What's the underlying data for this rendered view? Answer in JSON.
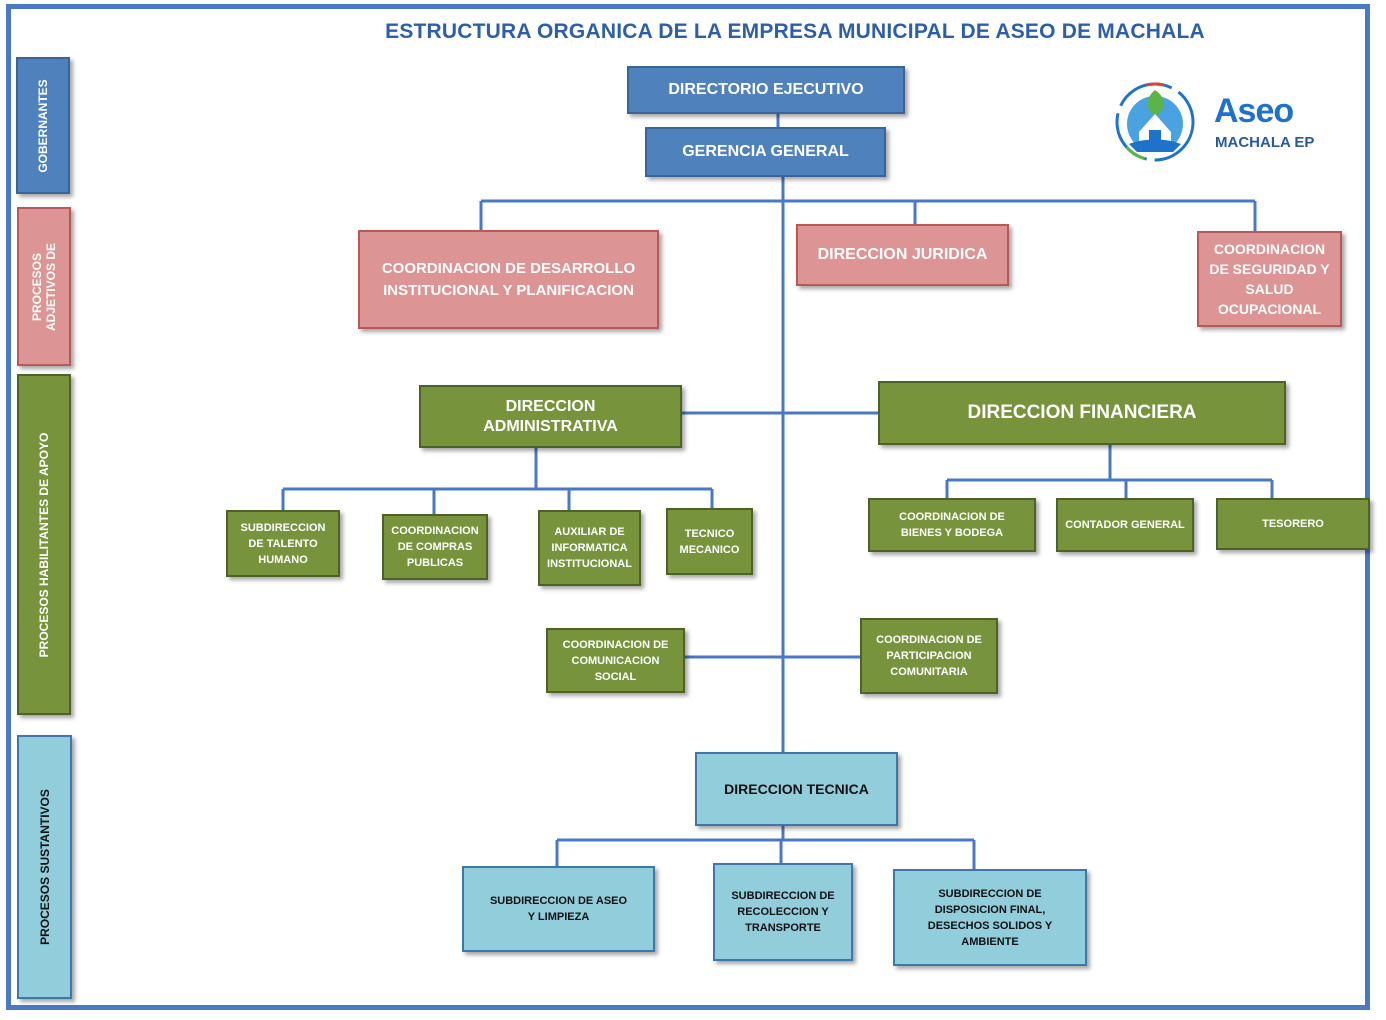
{
  "title": "ESTRUCTURA ORGANICA DE LA EMPRESA MUNICIPAL DE ASEO DE MACHALA",
  "logo": {
    "name": "Aseo",
    "sub": "MACHALA EP",
    "icon": "house-in-leaf-circle-icon"
  },
  "side_labels": {
    "gobernantes": "GOBERNANTES",
    "adjetivos_line1": "PROCESOS",
    "adjetivos_line2": "ADJETIVOS DE",
    "habilitantes": "PROCESOS HABILITANTES DE APOYO",
    "sustantivos": "PROCESOS SUSTANTIVOS"
  },
  "nodes": {
    "directorio": "DIRECTORIO EJECUTIVO",
    "gerencia": "GERENCIA GENERAL",
    "desarrollo": "COORDINACION  DE  DESARROLLO INSTITUCIONAL Y PLANIFICACION",
    "juridica": "DIRECCION JURIDICA",
    "seguridad": "COORDINACION DE SEGURIDAD Y SALUD OCUPACIONAL",
    "administrativa": "DIRECCION ADMINISTRATIVA",
    "financiera": "DIRECCION FINANCIERA",
    "talento": "SUBDIRECCION DE TALENTO HUMANO",
    "compras": "COORDINACION DE COMPRAS PUBLICAS",
    "informatica": "AUXILIAR DE INFORMATICA INSTITUCIONAL",
    "mecanico": "TECNICO MECANICO",
    "bienes": "COORDINACION DE BIENES Y  BODEGA",
    "contador": "CONTADOR GENERAL",
    "tesorero": "TESORERO",
    "comunicacion": "COORDINACION DE COMUNICACION SOCIAL",
    "participacion": "COORDINACION  DE PARTICIPACION COMUNITARIA",
    "tecnica": "DIRECCION TECNICA",
    "aseo": "SUBDIRECCION  DE ASEO Y LIMPIEZA",
    "recoleccion": "SUBDIRECCION  DE RECOLECCION Y TRANSPORTE",
    "disposicion": "SUBDIRECCION DE DISPOSICION FINAL, DESECHOS SOLIDOS Y AMBIENTE"
  },
  "colors": {
    "gobernantes": "#4f81bd",
    "adjetivos": "#dc9494",
    "habilitantes": "#77933c",
    "sustantivos": "#92cddc",
    "connector": "#4a78c4"
  }
}
